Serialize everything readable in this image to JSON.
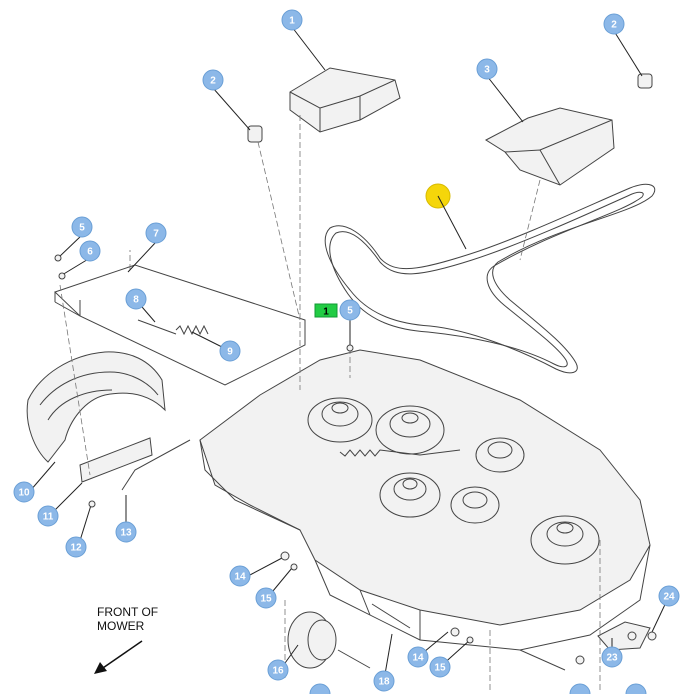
{
  "diagram": {
    "title_note": [
      "FRONT OF",
      "MOWER"
    ],
    "colors": {
      "callout_fill": "#8cb8e8",
      "callout_text": "#ffffff",
      "marker_green": "#22cc44",
      "highlight_yellow": "#f5d60a",
      "line": "#333333"
    },
    "marker": {
      "label": "1"
    },
    "callouts": [
      {
        "id": "c1",
        "label": "1"
      },
      {
        "id": "c2a",
        "label": "2"
      },
      {
        "id": "c2b",
        "label": "2"
      },
      {
        "id": "c3",
        "label": "3"
      },
      {
        "id": "c5a",
        "label": "5"
      },
      {
        "id": "c6",
        "label": "6"
      },
      {
        "id": "c7",
        "label": "7"
      },
      {
        "id": "c5b",
        "label": "5"
      },
      {
        "id": "c8",
        "label": "8"
      },
      {
        "id": "c9",
        "label": "9"
      },
      {
        "id": "c10",
        "label": "10"
      },
      {
        "id": "c11",
        "label": "11"
      },
      {
        "id": "c12",
        "label": "12"
      },
      {
        "id": "c13",
        "label": "13"
      },
      {
        "id": "c14a",
        "label": "14"
      },
      {
        "id": "c15a",
        "label": "15"
      },
      {
        "id": "c16",
        "label": "16"
      },
      {
        "id": "c18",
        "label": "18"
      },
      {
        "id": "c14b",
        "label": "14"
      },
      {
        "id": "c15b",
        "label": "15"
      },
      {
        "id": "c23",
        "label": "23"
      },
      {
        "id": "c24",
        "label": "24"
      }
    ]
  }
}
